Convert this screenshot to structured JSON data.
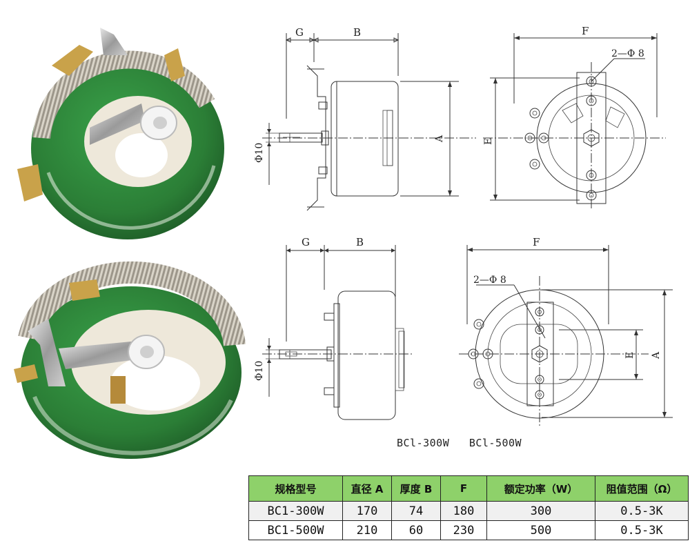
{
  "drawing_top": {
    "label_g": "G",
    "label_b": "B",
    "label_f": "F",
    "label_a": "A",
    "label_e": "E",
    "label_shaft": "Φ10",
    "label_holes": "2—Φ 8"
  },
  "drawing_bottom": {
    "label_g": "G",
    "label_b": "B",
    "label_f": "F",
    "label_a": "A",
    "label_e": "E",
    "label_shaft": "Φ10",
    "label_holes": "2—Φ 8"
  },
  "caption": "BCl-300W   BCl-500W",
  "spec_table": {
    "headers": [
      "规格型号",
      "直径 A",
      "厚度 B",
      "F",
      "额定功率（W）",
      "阻值范围（Ω）"
    ],
    "rows": [
      [
        "BC1-300W",
        "170",
        "74",
        "180",
        "300",
        "0.5-3K"
      ],
      [
        "BC1-500W",
        "210",
        "60",
        "230",
        "500",
        "0.5-3K"
      ]
    ]
  },
  "colors": {
    "header_green": "#8ed16a",
    "enamel_green": "#2f8a3c",
    "ceramic": "#ede6d6"
  }
}
